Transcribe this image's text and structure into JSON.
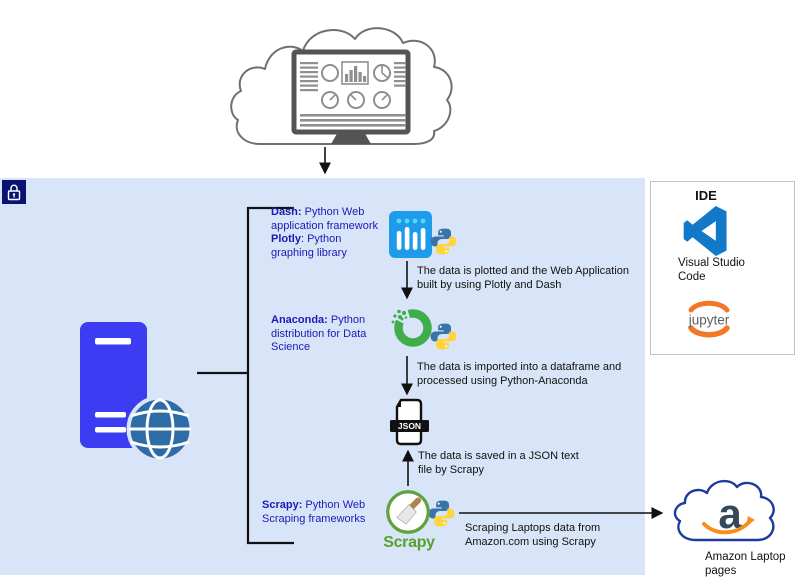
{
  "zone": {
    "lock_icon": "padlock"
  },
  "tool_labels": {
    "dash_plotly": {
      "l1_bold": "Dash:",
      "l1_rest": " Python Web",
      "l2": "application framework",
      "l3_bold": "Plotly",
      "l3_rest": ": Python",
      "l4": "graphing library"
    },
    "anaconda": {
      "l1_bold": "Anaconda:",
      "l1_rest": " Python",
      "l2": "distribution for Data",
      "l3": "Science"
    },
    "scrapy": {
      "l1_bold": "Scrapy:",
      "l1_rest": " Python Web",
      "l2": "Scraping frameworks"
    }
  },
  "annotations": {
    "plotted": "The data is plotted and the Web Application built by using Plotly and Dash",
    "imported": "The data is imported into a dataframe and processed using Python-Anaconda",
    "saved": "The data is saved in a JSON text file by Scrapy",
    "scraping": "Scraping Laptops data from Amazon.com using Scrapy"
  },
  "icons": {
    "json_file_label": "JSON",
    "scrapy_wordmark": "Scrapy",
    "amazon_letter": "a"
  },
  "ide_panel": {
    "title": "IDE",
    "vscode_caption": "Visual Studio Code",
    "jupyter_wordmark": "jupyter"
  },
  "amazon_cloud": {
    "caption": "Amazon Laptop pages"
  },
  "colors": {
    "zone_bg": "#d8e5f8",
    "label_text": "#1c1ab5",
    "server_blue": "#3c3cf2",
    "globe_blue": "#2d6ca6",
    "scrapy_green": "#5fa33c",
    "anaconda_green": "#3fae4a",
    "plotly_blue": "#1e9ceb",
    "vscode_blue": "#1278c8",
    "jupyter_orange": "#f37726",
    "amazon_navy": "#1d3a9e",
    "amazon_orange": "#f78f1e",
    "lock_navy": "#0a1273"
  }
}
